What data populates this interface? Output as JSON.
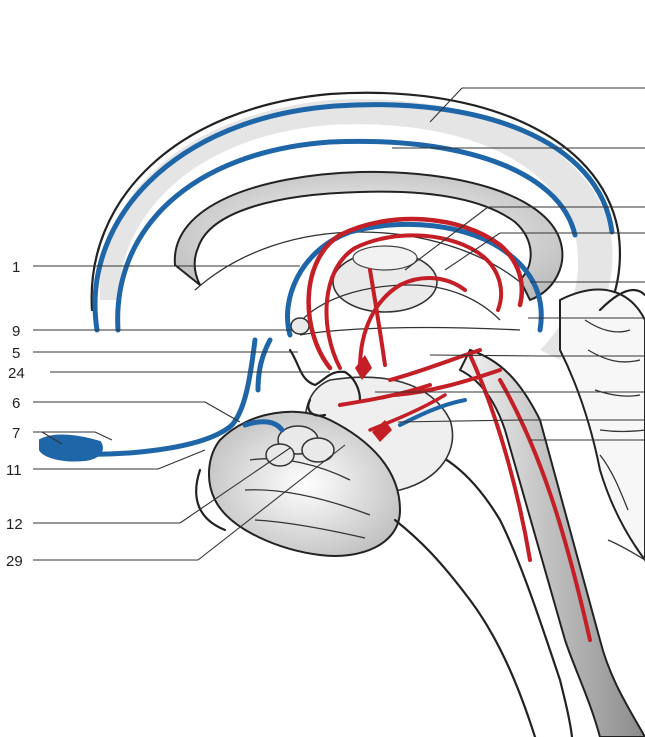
{
  "labels_left": [
    {
      "id": "label-1",
      "text": "1"
    },
    {
      "id": "label-9",
      "text": "9"
    },
    {
      "id": "label-5",
      "text": "5"
    },
    {
      "id": "label-24",
      "text": "24"
    },
    {
      "id": "label-6",
      "text": "6"
    },
    {
      "id": "label-7",
      "text": "7"
    },
    {
      "id": "label-11",
      "text": "11"
    },
    {
      "id": "label-12",
      "text": "12"
    },
    {
      "id": "label-29",
      "text": "29"
    }
  ],
  "colors": {
    "vein": "#1f66a8",
    "artery": "#c41e26",
    "outline": "#222222",
    "shading": "#cfcfcf"
  }
}
